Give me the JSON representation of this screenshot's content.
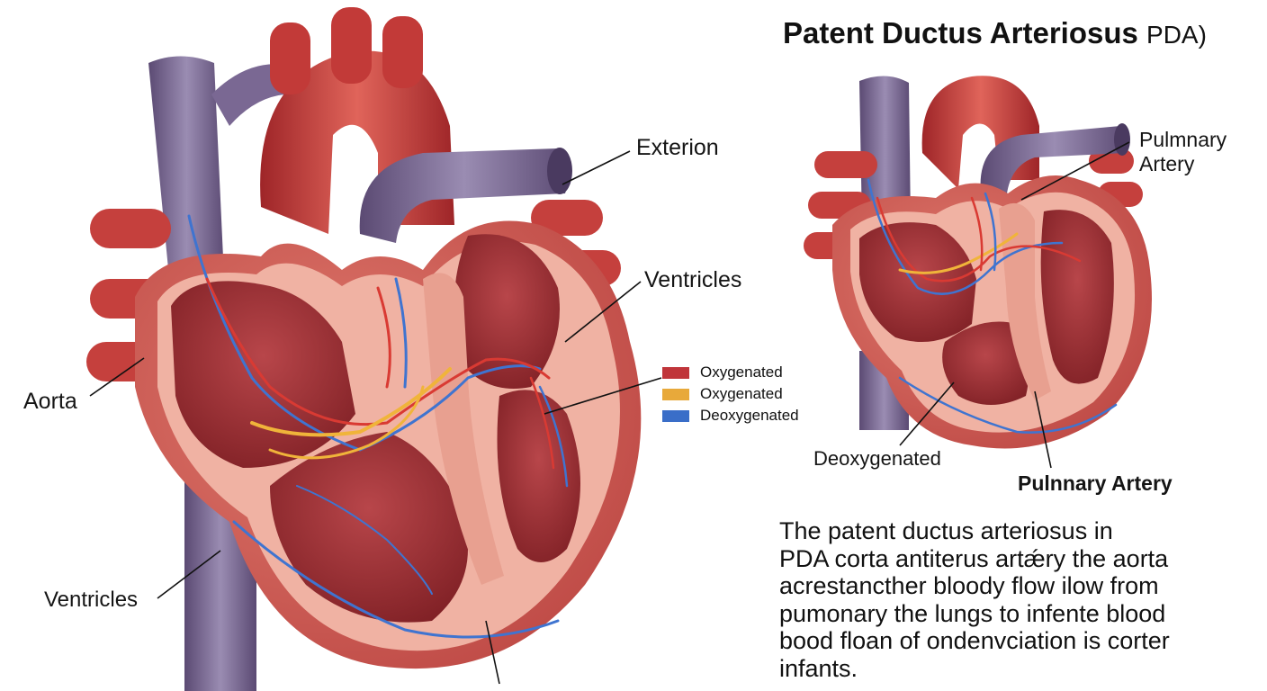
{
  "title": {
    "main": "Patent Ductus Arteriosus",
    "suffix": "PDA)"
  },
  "labels": {
    "exterion": "Exterion",
    "ventricles_right": "Ventricles",
    "aorta": "Aorta",
    "ventricles_left": "Ventricles",
    "pulmonary_small_top": "Pulmnary\nArtery",
    "deoxygenated_small": "Deoxygenated",
    "pulmonary_bold": "Pulnnary Artery"
  },
  "legend": [
    {
      "label": "Oxygenated",
      "color": "#c0353a"
    },
    {
      "label": "Oxygenated",
      "color": "#e8a93a"
    },
    {
      "label": "Deoxygenated",
      "color": "#3a6ec8"
    }
  ],
  "description": [
    "The patent ductus arteriosus in",
    "PDA corta antiterus artǽry the aorta",
    "acrestancther bloody flow ilow from",
    "pumonary the lungs to infente blood",
    "bood floan of ondenvciation is corter",
    "infants."
  ],
  "colors": {
    "muscle": "#c9504f",
    "muscle_dark": "#a7302f",
    "chamber": "#9c2a2e",
    "wall_light": "#f2b9a8",
    "vein": "#6e5a86",
    "vein_light": "#9d8fb3",
    "red_vessel": "#d93a33",
    "blue_vessel": "#3f74d0",
    "yellow_vessel": "#f0b43a"
  }
}
